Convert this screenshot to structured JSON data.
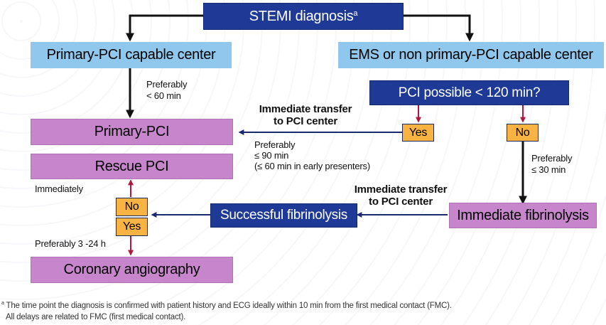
{
  "title": {
    "main": "STEMI diagnosis",
    "superscript": "a"
  },
  "boxes": {
    "primary_pci_capable": "Primary-PCI capable center",
    "ems_non_capable": "EMS or non primary-PCI capable center",
    "pci_possible": "PCI possible < 120 min?",
    "yes_top": "Yes",
    "no_top": "No",
    "primary_pci": "Primary-PCI",
    "rescue_pci": "Rescue PCI",
    "no_left": "No",
    "yes_left": "Yes",
    "coronary_angiography": "Coronary angiography",
    "successful_fibrinolysis": "Successful fibrinolysis",
    "immediate_fibrinolysis": "Immediate fibrinolysis"
  },
  "labels": {
    "preferably_60_line1": "Preferably",
    "preferably_60_line2": "< 60  min",
    "transfer_top_line1": "Immediate transfer",
    "transfer_top_line2": "to PCI center",
    "preferably_90_line1": "Preferably",
    "preferably_90_line2": "≤ 90 min",
    "preferably_90_line3": "(≤ 60 min in early presenters)",
    "preferably_30_line1": "Preferably",
    "preferably_30_line2": "≤ 30 min",
    "transfer_bottom_line1": "Immediate transfer",
    "transfer_bottom_line2": "to PCI center",
    "immediately": "Immediately",
    "preferably_3_24": "Preferably 3 -24 h"
  },
  "footnote": {
    "marker": "a",
    "line1": "The time point the diagnosis is confirmed with patient history and ECG ideally within 10 min from the first medical contact (FMC).",
    "line2": "All delays are related to FMC (first medical contact)."
  },
  "colors": {
    "navy": "#1e3a96",
    "sky_blue": "#8fc8ec",
    "lilac": "#c786cc",
    "orange": "#f9b343",
    "dark_red_arrow": "#b0173c",
    "black_arrow": "#111111",
    "navy_arrow": "#1a2a6e"
  }
}
